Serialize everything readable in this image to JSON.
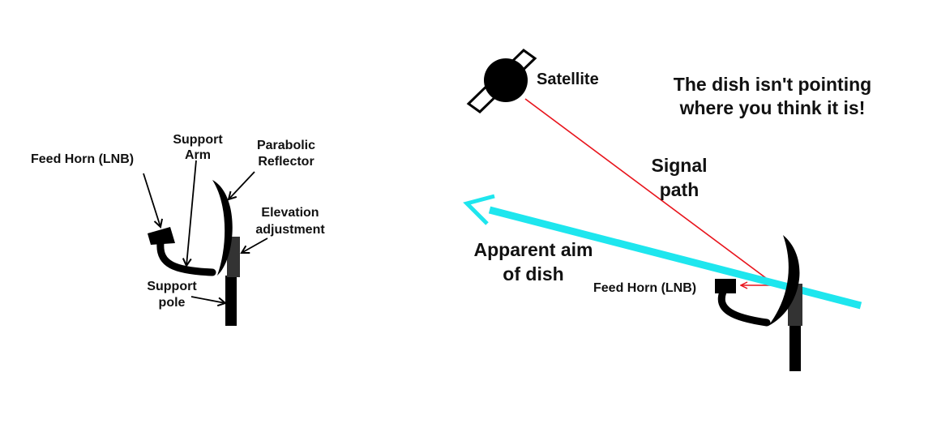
{
  "left_diagram": {
    "feed_horn_label": "Feed Horn (LNB)",
    "support_arm_label": [
      "Support",
      "Arm"
    ],
    "parabolic_reflector_label": [
      "Parabolic",
      "Reflector"
    ],
    "elevation_adjustment_label": [
      "Elevation",
      "adjustment"
    ],
    "support_pole_label": [
      "Support",
      "pole"
    ]
  },
  "right_diagram": {
    "satellite_label": "Satellite",
    "headline": [
      "The dish isn't pointing",
      "where you think it is!"
    ],
    "signal_path_label": [
      "Signal",
      "path"
    ],
    "apparent_aim_label": [
      "Apparent aim",
      "of dish"
    ],
    "feed_horn_label": "Feed Horn (LNB)"
  },
  "colors": {
    "signal_path": "#e8141c",
    "apparent_aim": "#1ee6ee",
    "ink": "#000000",
    "pole_mount": "#333333"
  }
}
